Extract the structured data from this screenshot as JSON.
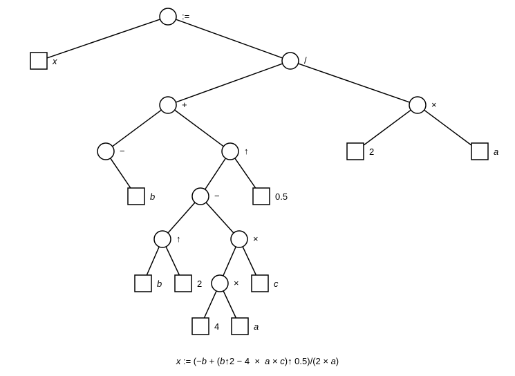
{
  "tree": {
    "nodes": [
      {
        "id": "assign",
        "kind": "op",
        "label": ":="
      },
      {
        "id": "x-leaf",
        "kind": "leaf",
        "label": "x",
        "italic": true
      },
      {
        "id": "divide",
        "kind": "op",
        "label": "/"
      },
      {
        "id": "plus",
        "kind": "op",
        "label": "+"
      },
      {
        "id": "times-top",
        "kind": "op",
        "label": "×"
      },
      {
        "id": "two-leaf-top",
        "kind": "leaf",
        "label": "2",
        "italic": false
      },
      {
        "id": "a-leaf-top",
        "kind": "leaf",
        "label": "a",
        "italic": true
      },
      {
        "id": "negate",
        "kind": "op",
        "label": "−"
      },
      {
        "id": "b-leaf-neg",
        "kind": "leaf",
        "label": "b",
        "italic": true
      },
      {
        "id": "power-outer",
        "kind": "op",
        "label": "↑"
      },
      {
        "id": "minus",
        "kind": "op",
        "label": "−"
      },
      {
        "id": "half-leaf",
        "kind": "leaf",
        "label": "0.5",
        "italic": false
      },
      {
        "id": "power-inner",
        "kind": "op",
        "label": "↑"
      },
      {
        "id": "times-mid",
        "kind": "op",
        "label": "×"
      },
      {
        "id": "b-leaf-pow",
        "kind": "leaf",
        "label": "b",
        "italic": true
      },
      {
        "id": "two-leaf-pow",
        "kind": "leaf",
        "label": "2",
        "italic": false
      },
      {
        "id": "times-low",
        "kind": "op",
        "label": "×"
      },
      {
        "id": "c-leaf",
        "kind": "leaf",
        "label": "c",
        "italic": true
      },
      {
        "id": "four-leaf",
        "kind": "leaf",
        "label": "4",
        "italic": false
      },
      {
        "id": "a-leaf-low",
        "kind": "leaf",
        "label": "a",
        "italic": true
      }
    ],
    "edges": [
      [
        "assign",
        "x-leaf"
      ],
      [
        "assign",
        "divide"
      ],
      [
        "divide",
        "plus"
      ],
      [
        "divide",
        "times-top"
      ],
      [
        "times-top",
        "two-leaf-top"
      ],
      [
        "times-top",
        "a-leaf-top"
      ],
      [
        "plus",
        "negate"
      ],
      [
        "plus",
        "power-outer"
      ],
      [
        "negate",
        "b-leaf-neg"
      ],
      [
        "power-outer",
        "minus"
      ],
      [
        "power-outer",
        "half-leaf"
      ],
      [
        "minus",
        "power-inner"
      ],
      [
        "minus",
        "times-mid"
      ],
      [
        "power-inner",
        "b-leaf-pow"
      ],
      [
        "power-inner",
        "two-leaf-pow"
      ],
      [
        "times-mid",
        "times-low"
      ],
      [
        "times-mid",
        "c-leaf"
      ],
      [
        "times-low",
        "four-leaf"
      ],
      [
        "times-low",
        "a-leaf-low"
      ]
    ]
  },
  "caption": {
    "var_x": "x",
    "assign": " := (−",
    "var_b1": "b",
    "plus_open": " + (",
    "var_b2": "b",
    "pow_part": "↑2 − 4  ×  ",
    "var_a1": "a",
    "times": " × ",
    "var_c": "c",
    "close_pow": ")↑ 0.5)/(2 × ",
    "var_a2": "a",
    "close": ")"
  }
}
